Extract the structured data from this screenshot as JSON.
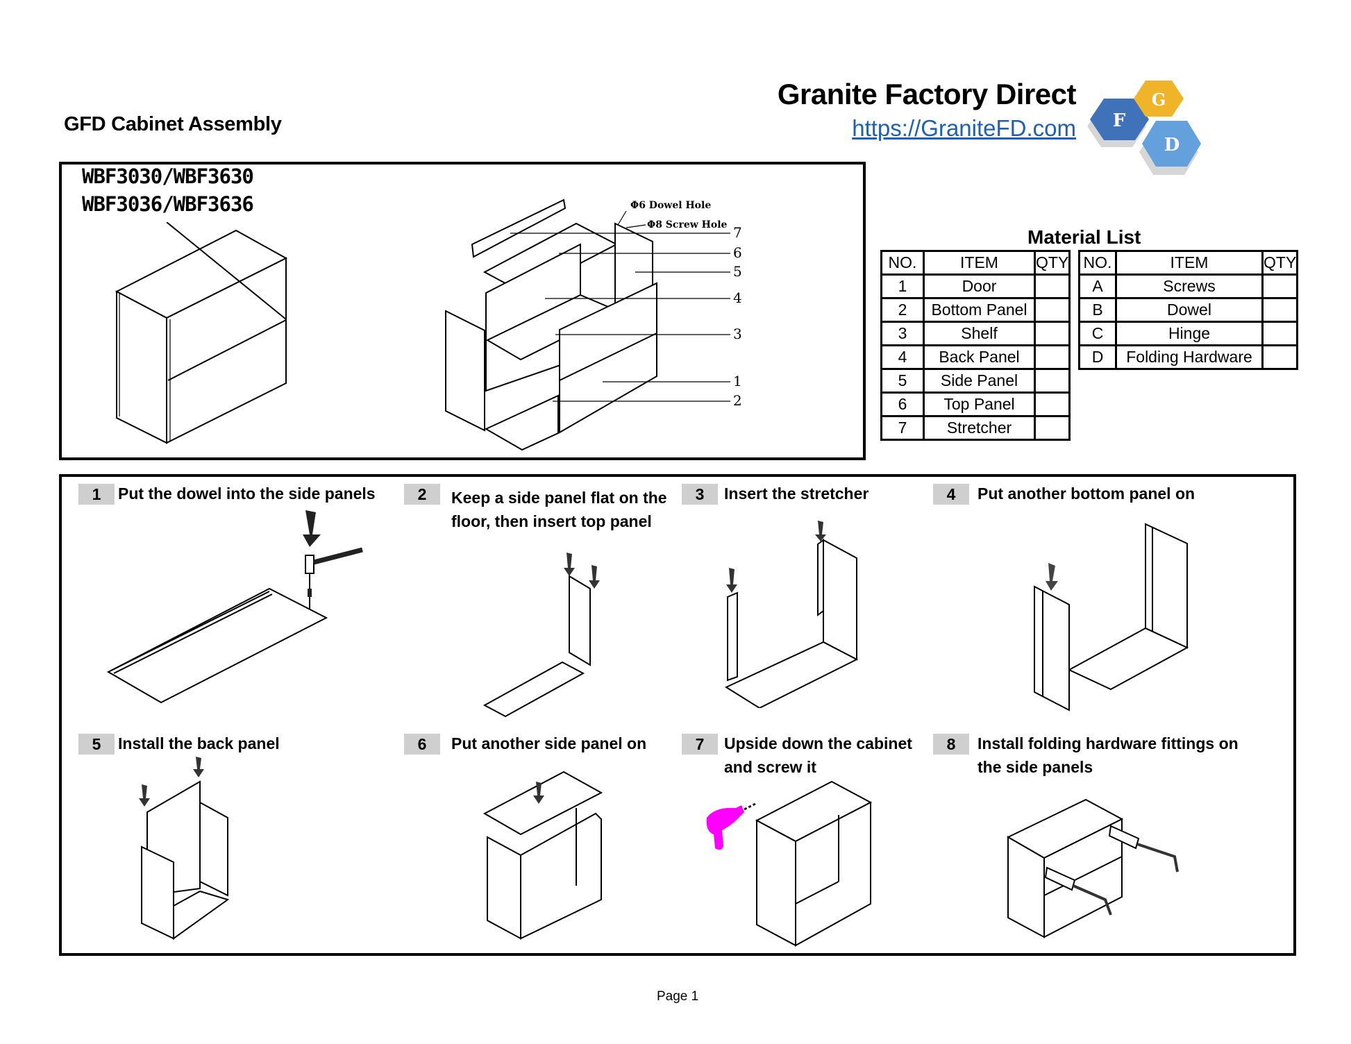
{
  "header": {
    "title": "GFD Cabinet Assembly",
    "brand_name": "Granite Factory Direct",
    "brand_link": "https://GraniteFD.com",
    "logo": {
      "letters": [
        "G",
        "F",
        "D"
      ],
      "colors": {
        "G": "#f0b429",
        "F": "#3f72b8",
        "D": "#64a0dc",
        "shadow": "#d6d6d6"
      }
    }
  },
  "overview": {
    "models": [
      "WBF3030/WBF3630",
      "WBF3036/WBF3636"
    ],
    "callouts": {
      "dowel_hole": "Φ6 Dowel Hole",
      "screw_hole": "Φ8 Screw Hole"
    },
    "part_labels": [
      "7",
      "6",
      "5",
      "4",
      "3",
      "1",
      "2"
    ]
  },
  "material_list": {
    "title": "Material List",
    "columns": [
      "NO.",
      "ITEM",
      "QTY"
    ],
    "panels": [
      {
        "no": "1",
        "item": "Door",
        "qty": ""
      },
      {
        "no": "2",
        "item": "Bottom Panel",
        "qty": ""
      },
      {
        "no": "3",
        "item": "Shelf",
        "qty": ""
      },
      {
        "no": "4",
        "item": "Back Panel",
        "qty": ""
      },
      {
        "no": "5",
        "item": "Side Panel",
        "qty": ""
      },
      {
        "no": "6",
        "item": "Top Panel",
        "qty": ""
      },
      {
        "no": "7",
        "item": "Stretcher",
        "qty": ""
      }
    ],
    "hardware": [
      {
        "no": "A",
        "item": "Screws",
        "qty": ""
      },
      {
        "no": "B",
        "item": "Dowel",
        "qty": ""
      },
      {
        "no": "C",
        "item": "Hinge",
        "qty": ""
      },
      {
        "no": "D",
        "item": "Folding Hardware",
        "qty": ""
      }
    ]
  },
  "steps": [
    {
      "num": "1",
      "lines": [
        "Put the dowel into the side panels"
      ]
    },
    {
      "num": "2",
      "lines": [
        "Keep a side panel flat on the",
        "floor, then insert top panel"
      ]
    },
    {
      "num": "3",
      "lines": [
        "Insert the stretcher"
      ]
    },
    {
      "num": "4",
      "lines": [
        "Put another bottom panel on"
      ]
    },
    {
      "num": "5",
      "lines": [
        "Install the back panel"
      ]
    },
    {
      "num": "6",
      "lines": [
        "Put another side panel on"
      ]
    },
    {
      "num": "7",
      "lines": [
        "Upside down the cabinet",
        "and screw it"
      ]
    },
    {
      "num": "8",
      "lines": [
        "Install folding hardware fittings on",
        "the side panels"
      ]
    }
  ],
  "colors": {
    "step_badge": "#d0cfcf",
    "link": "#1f5fb4",
    "drill": "#ff00ff"
  },
  "footer": {
    "page": "Page 1"
  }
}
